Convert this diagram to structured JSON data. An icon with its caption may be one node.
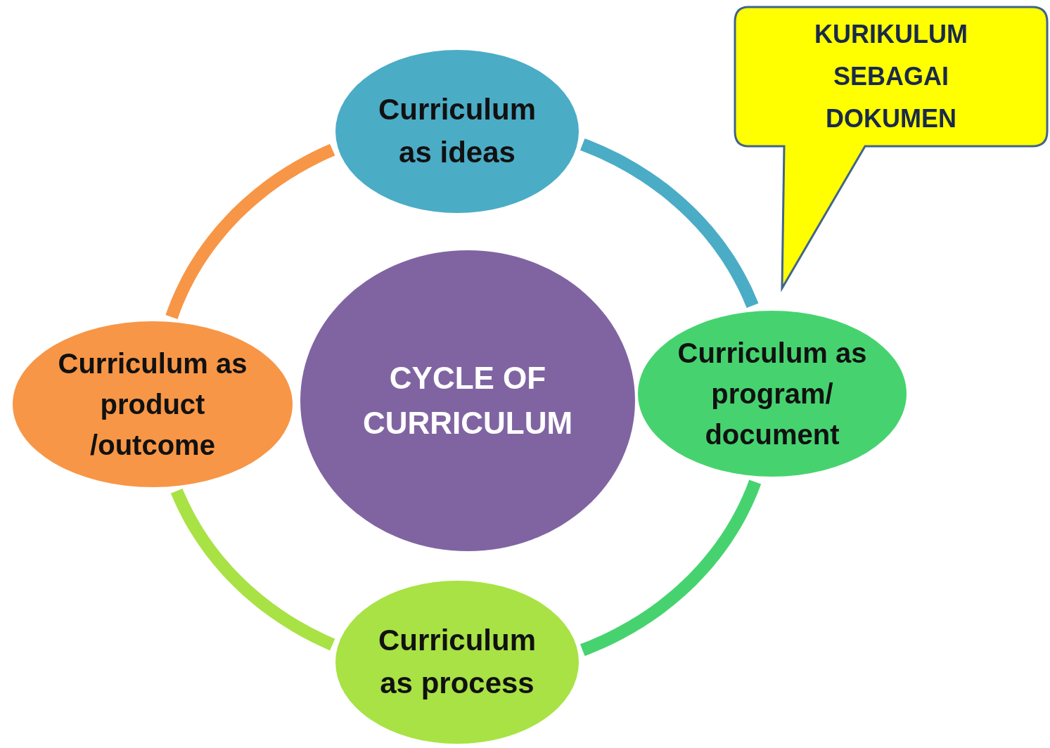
{
  "diagram": {
    "nodes": [
      {
        "text": [
          "CYCLE OF CURRICULUM"
        ]
      },
      {
        "text": [
          "Curriculum as ideas"
        ]
      },
      {
        "text": [
          "Curriculum as program/ document"
        ]
      },
      {
        "text": [
          "Curriculum as process"
        ]
      },
      {
        "text": [
          "Curriculum as product /outcome"
        ]
      },
      {
        "text": [
          "KURIKULUM SEBAGAI DOKUMEN"
        ]
      }
    ],
    "edges": [
      {
        "from": 1,
        "to": 2,
        "arrow": "none",
        "color": "#4bacc6"
      },
      {
        "from": 2,
        "to": 3,
        "arrow": "none",
        "color": "#46d36f"
      },
      {
        "from": 3,
        "to": 4,
        "arrow": "none",
        "color": "#a8e245"
      },
      {
        "from": 4,
        "to": 1,
        "arrow": "none",
        "color": "#f79646"
      }
    ]
  }
}
